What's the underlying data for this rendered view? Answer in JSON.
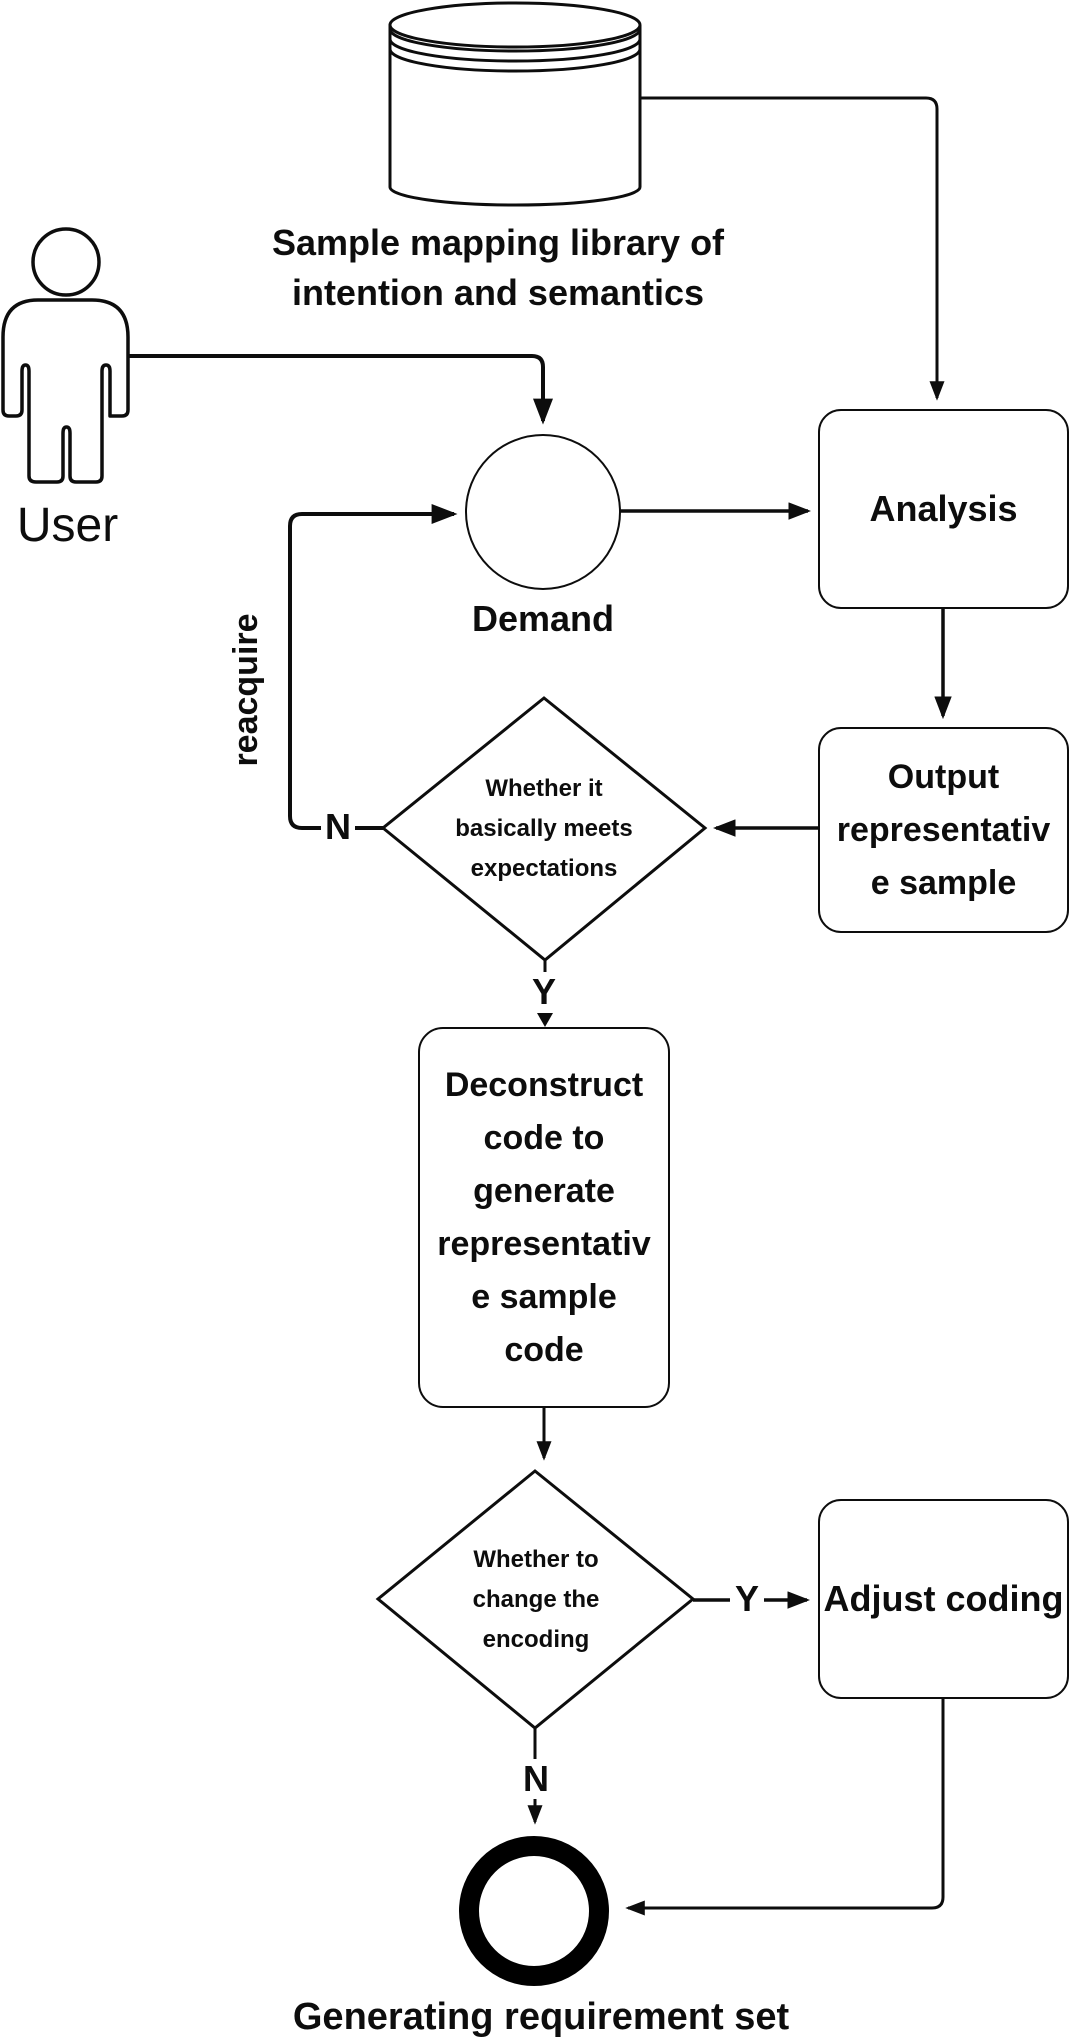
{
  "colors": {
    "ink": "#0d0d0d",
    "bg": "#ffffff"
  },
  "nodes": {
    "database": {
      "lines": [
        "Sample mapping library of",
        "intention and semantics"
      ]
    },
    "user": {
      "label": "User"
    },
    "demand": {
      "label": "Demand"
    },
    "analysis": {
      "label": "Analysis"
    },
    "output_sample": {
      "lines": [
        "Output",
        "representativ",
        "e sample"
      ]
    },
    "decision_expectations": {
      "lines": [
        "Whether it",
        "basically meets",
        "expectations"
      ]
    },
    "deconstruct": {
      "lines": [
        "Deconstruct",
        "code to",
        "generate",
        "representativ",
        "e sample",
        "code"
      ]
    },
    "decision_encoding": {
      "lines": [
        "Whether to",
        "change the",
        "encoding"
      ]
    },
    "adjust_coding": {
      "label": "Adjust coding"
    },
    "end_event": {
      "label": "Generating requirement set"
    }
  },
  "edge_labels": {
    "reacquire": "reacquire",
    "no_expectations": "N",
    "yes_expectations": "Y",
    "yes_encoding": "Y",
    "no_encoding": "N"
  }
}
